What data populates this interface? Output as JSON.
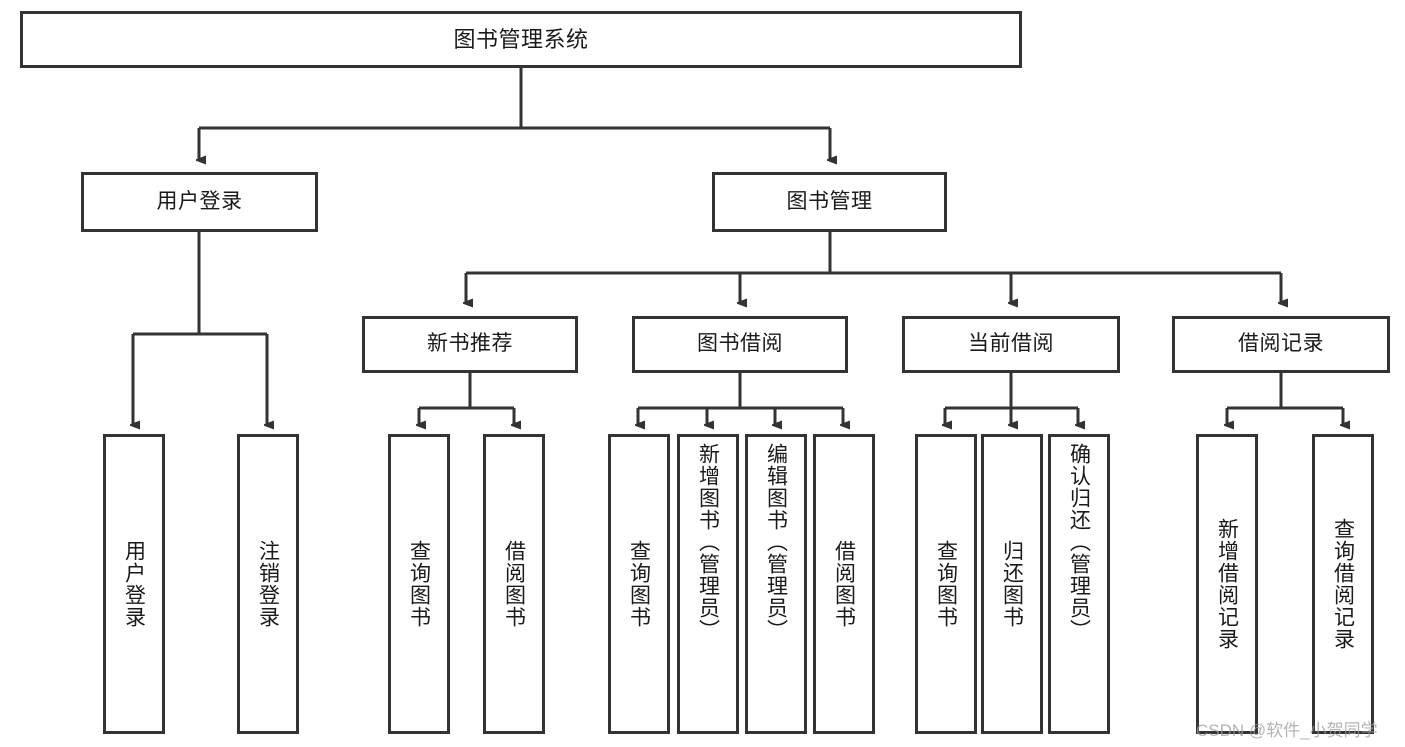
{
  "diagram": {
    "title": "图书管理系统",
    "watermark": "CSDN @软件_小贺同学",
    "colors": {
      "box_border": "#333333",
      "box_fill": "#ffffff",
      "connector": "#333333",
      "text": "#1a1a1a",
      "watermark": "#9a9a9a"
    },
    "root": {
      "label": "图书管理系统"
    },
    "level1": [
      {
        "label": "用户登录"
      },
      {
        "label": "图书管理"
      }
    ],
    "level2": [
      {
        "label": "新书推荐"
      },
      {
        "label": "图书借阅"
      },
      {
        "label": "当前借阅"
      },
      {
        "label": "借阅记录"
      }
    ],
    "leaves": {
      "user_login": [
        {
          "label": "用户登录"
        },
        {
          "label": "注销登录"
        }
      ],
      "new_book_recommend": [
        {
          "label": "查询图书"
        },
        {
          "label": "借阅图书"
        }
      ],
      "book_borrow": [
        {
          "label": "查询图书"
        },
        {
          "label": "新增图书（管理员）"
        },
        {
          "label": "编辑图书（管理员）"
        },
        {
          "label": "借阅图书"
        }
      ],
      "current_borrow": [
        {
          "label": "查询图书"
        },
        {
          "label": "归还图书"
        },
        {
          "label": "确认归还（管理员）"
        }
      ],
      "borrow_record": [
        {
          "label": "新增借阅记录"
        },
        {
          "label": "查询借阅记录"
        }
      ]
    }
  }
}
